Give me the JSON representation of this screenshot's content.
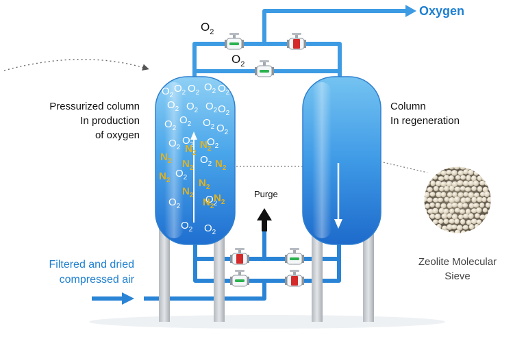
{
  "labels": {
    "output": "Oxygen",
    "o2_top": "O",
    "o2_mid": "O",
    "o2_sub": "2",
    "left_column": [
      "Pressurized column",
      "In production",
      "of oxygen"
    ],
    "right_column": [
      "Column",
      "In regeneration"
    ],
    "purge": "Purge",
    "inlet": [
      "Filtered and dried",
      "compressed air"
    ],
    "sieve": [
      "Zeolite Molecular",
      "Sieve"
    ]
  },
  "molecules": {
    "o2_symbol": "O",
    "n2_symbol": "N",
    "subscript": "2"
  },
  "colors": {
    "accent": "#1e7fd0",
    "pipe": "#3d9be3",
    "n2": "#e3b21c",
    "valve_open": "#2ab24f",
    "valve_closed": "#d42a2a",
    "leg": "#c4c8cc"
  }
}
